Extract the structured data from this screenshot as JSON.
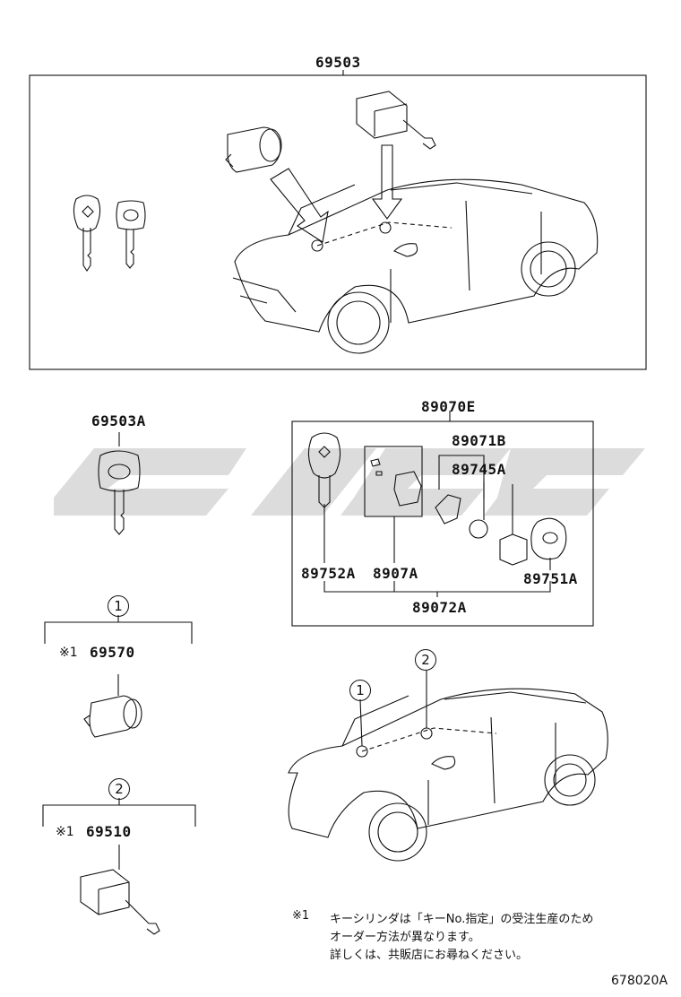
{
  "parts": {
    "main_kit": "69503",
    "key_blank": "69503A",
    "transmitter_assy": "89070E",
    "transmitter_case": "89071B",
    "transmitter_part": "89745A",
    "key_plate": "89752A",
    "transmitter_sub": "8907A",
    "cover": "89751A",
    "transmitter_kit": "89072A",
    "door_cylinder": "69570",
    "ignition_cylinder": "69510"
  },
  "callouts": {
    "c1": "1",
    "c2": "2"
  },
  "footnote": {
    "mark": "※1",
    "line1": "キーシリンダは「キーNo.指定」の受注生産のため",
    "line2": "オーダー方法が異なります。",
    "line3": "詳しくは、共販店にお尋ねください。"
  },
  "drawing_id": "678020A",
  "watermark_color": "#dcdcdc",
  "line_color": "#111111"
}
